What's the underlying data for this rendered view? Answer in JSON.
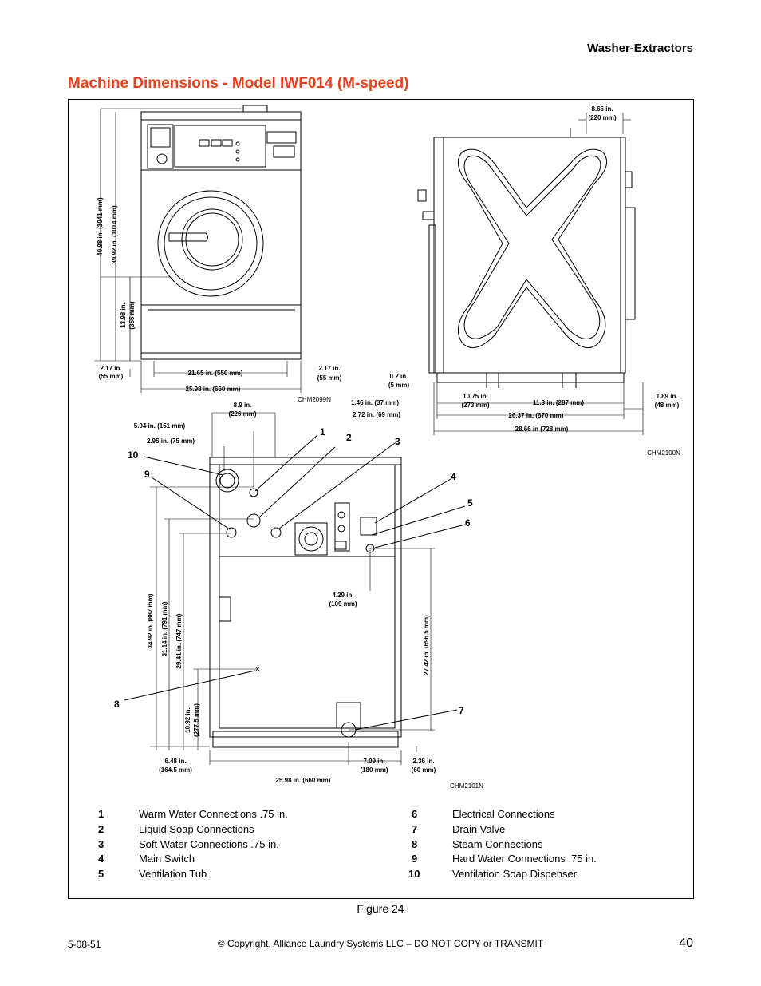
{
  "header": {
    "section": "Washer-Extractors"
  },
  "title": "Machine Dimensions - Model IWF014 (M-speed)",
  "front_view": {
    "code": "CHM2099N",
    "dims": {
      "height_total": "40.98 in. (1041 mm)",
      "height_top": "39.92 in. (1014 mm)",
      "height_base_a": "13.98 in.",
      "height_base_b": "(355 mm)",
      "left_offset_a": "2.17 in.",
      "left_offset_b": "(55 mm)",
      "inner_width": "21.65 in. (550 mm)",
      "right_offset_a": "2.17 in.",
      "right_offset_b": "(55 mm)",
      "total_width": "25.98 in. (660 mm)"
    }
  },
  "side_view": {
    "code": "CHM2100N",
    "dims": {
      "top_a": "8.66 in.",
      "top_b": "(220 mm)",
      "d02_a": "0.2 in.",
      "d02_b": "(5 mm)",
      "d146": "1.46 in. (37 mm)",
      "d272": "2.72 in. (69 mm)",
      "d1075_a": "10.75 in.",
      "d1075_b": "(273 mm)",
      "d113": "11.3 in. (287 mm)",
      "d189_a": "1.89 in.",
      "d189_b": "(48 mm)",
      "d2637": "26.37 in. (670 mm)",
      "d2866": "28.66 in (728 mm)"
    }
  },
  "rear_view": {
    "code": "CHM2101N",
    "dims": {
      "d89_a": "8.9 in.",
      "d89_b": "(226 mm)",
      "d594": "5.94 in. (151 mm)",
      "d295": "2.95 in. (75 mm)",
      "d3492": "34.92 in. (887 mm)",
      "d3114": "31.14 in. (791 mm)",
      "d2941": "29.41 in. (747 mm)",
      "d1092_a": "10.92 in.",
      "d1092_b": "(277.5 mm)",
      "d429_a": "4.29 in.",
      "d429_b": "(109 mm)",
      "d2742": "27.42 in. (696.5 mm)",
      "d648_a": "6.48 in.",
      "d648_b": "(164.5 mm)",
      "d709_a": "7.09 in.",
      "d709_b": "(180 mm)",
      "d236_a": "2.36 in.",
      "d236_b": "(60 mm)",
      "d2598": "25.98 in. (660 mm)"
    },
    "callouts": [
      "1",
      "2",
      "3",
      "4",
      "5",
      "6",
      "7",
      "8",
      "9",
      "10"
    ]
  },
  "legend": [
    {
      "num": "1",
      "text": "Warm Water Connections .75 in."
    },
    {
      "num": "2",
      "text": "Liquid Soap Connections"
    },
    {
      "num": "3",
      "text": "Soft Water Connections .75 in."
    },
    {
      "num": "4",
      "text": "Main Switch"
    },
    {
      "num": "5",
      "text": "Ventilation Tub"
    },
    {
      "num": "6",
      "text": "Electrical Connections"
    },
    {
      "num": "7",
      "text": "Drain Valve"
    },
    {
      "num": "8",
      "text": "Steam Connections"
    },
    {
      "num": "9",
      "text": "Hard Water Connections .75 in."
    },
    {
      "num": "10",
      "text": "Ventilation Soap Dispenser"
    }
  ],
  "figure_caption": "Figure 24",
  "footer": {
    "doc_number": "5-08-51",
    "copyright": "© Copyright, Alliance Laundry Systems LLC – DO NOT COPY or TRANSMIT",
    "page": "40"
  }
}
